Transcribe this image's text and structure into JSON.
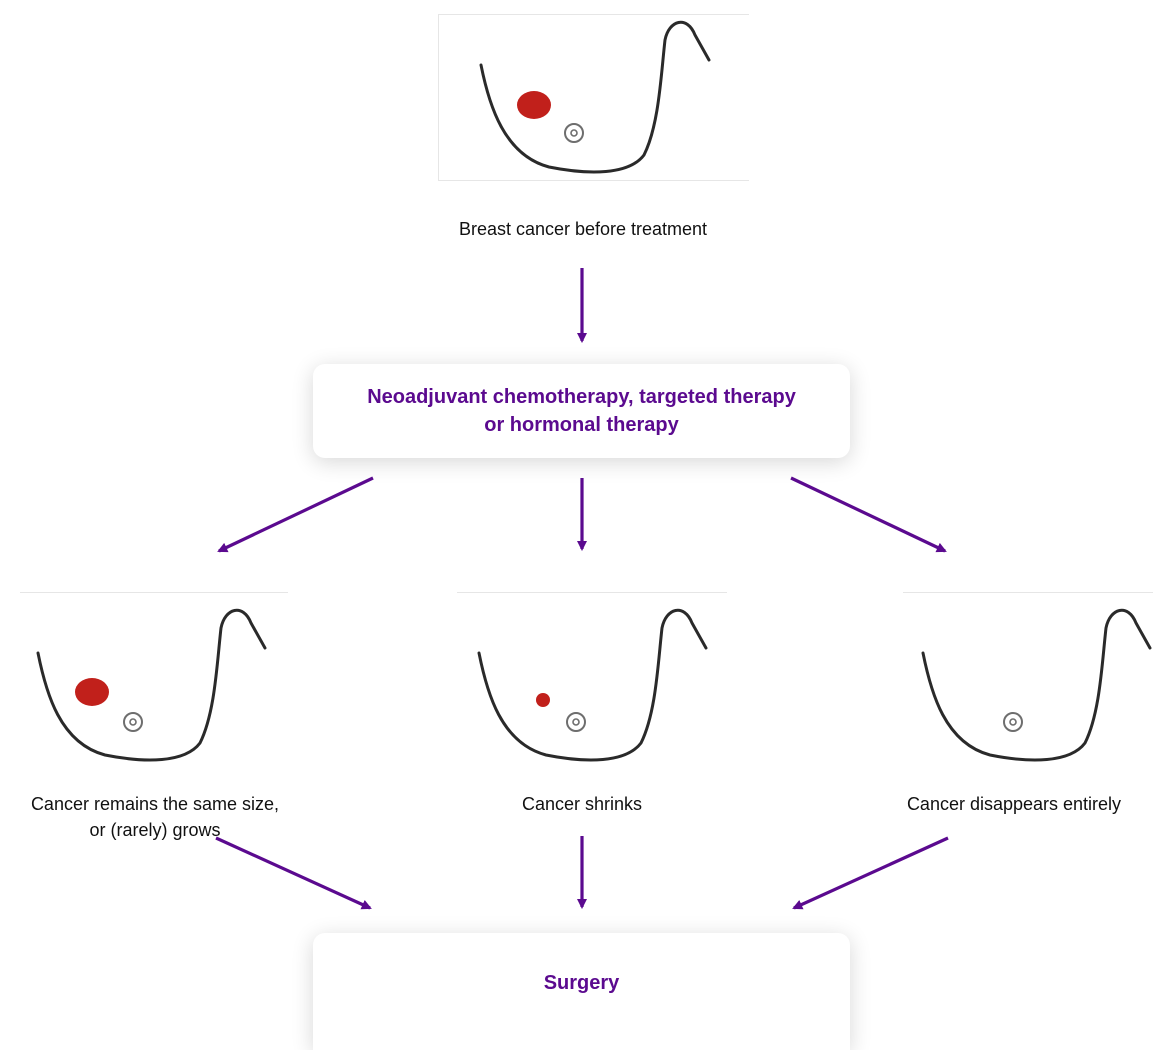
{
  "colors": {
    "accent": "#5b0a8f",
    "tumor": "#c1201b",
    "outline": "#2a2a2a",
    "nipple": "#6e6e6e"
  },
  "nodes": {
    "before": {
      "caption": "Breast cancer before treatment",
      "tumor": "large"
    },
    "therapy": {
      "line1": "Neoadjuvant chemotherapy, targeted therapy",
      "line2": "or hormonal therapy"
    },
    "outcomes": [
      {
        "caption_line1": "Cancer remains the same size,",
        "caption_line2": "or (rarely) grows",
        "tumor": "large"
      },
      {
        "caption_line1": "Cancer shrinks",
        "caption_line2": "",
        "tumor": "small"
      },
      {
        "caption_line1": "Cancer disappears entirely",
        "caption_line2": "",
        "tumor": "none"
      }
    ],
    "surgery": {
      "label": "Surgery"
    }
  }
}
